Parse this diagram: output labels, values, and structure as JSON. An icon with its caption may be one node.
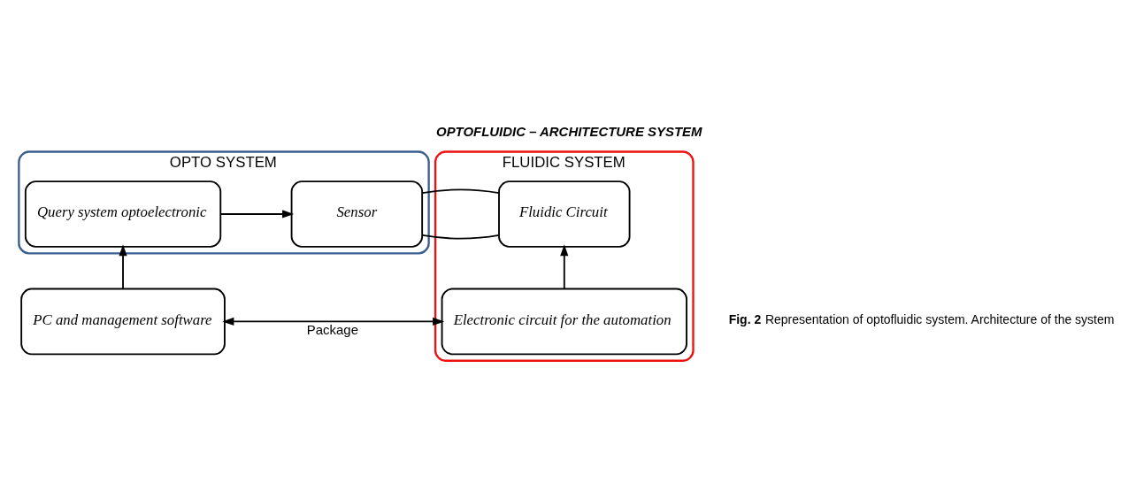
{
  "diagram": {
    "title": "OPTOFLUIDIC – ARCHITECTURE SYSTEM",
    "caption": "**Fig. 2** Representation of optofluidic system. Architecture of the system",
    "nodes": [
      {
        "text": [
          "OPTO SYSTEM"
        ]
      },
      {
        "text": [
          "Query system optoelectronic"
        ],
        "in": 0
      },
      {
        "text": [
          "Sensor"
        ],
        "in": 0
      },
      {
        "text": [
          "FLUIDIC SYSTEM"
        ]
      },
      {
        "text": [
          "Fluidic Circuit"
        ],
        "in": 3
      },
      {
        "text": [
          "PC and management software"
        ]
      },
      {
        "text": [
          "Electronic circuit for the automation"
        ],
        "in": 3
      }
    ],
    "edges": [
      {
        "from": 1,
        "to": 2,
        "arrow": "to"
      },
      {
        "from": 2,
        "to": 4,
        "arrow": "none"
      },
      {
        "from": 5,
        "to": 1,
        "arrow": "to"
      },
      {
        "from": 5,
        "to": 6,
        "arrow": "both",
        "label": "Package"
      },
      {
        "from": 6,
        "to": 4,
        "arrow": "to"
      }
    ]
  }
}
